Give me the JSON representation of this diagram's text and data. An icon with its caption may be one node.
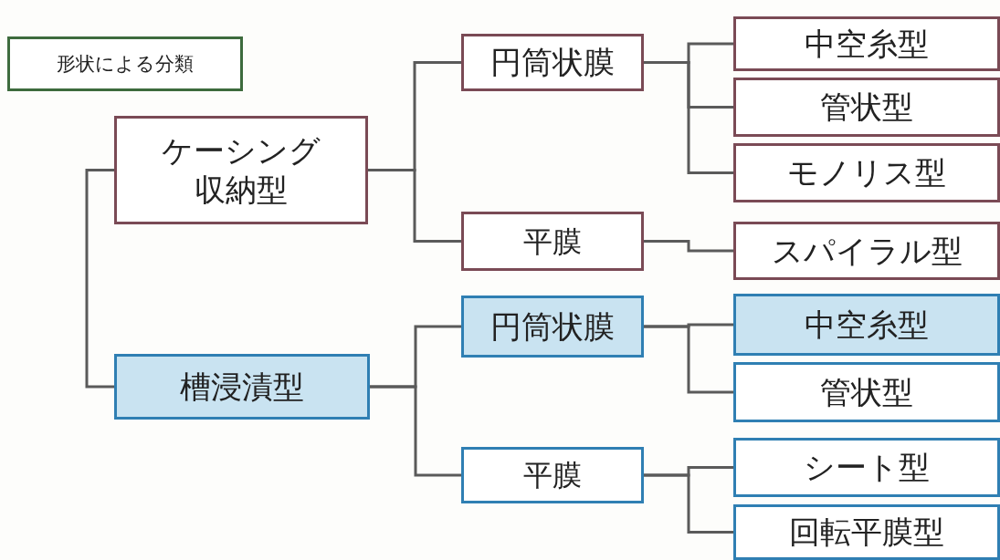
{
  "diagram": {
    "nodes": [
      {
        "text": [
          "形状による分類"
        ]
      },
      {
        "text": [
          "ケーシング収納型"
        ]
      },
      {
        "text": [
          "円筒状膜"
        ]
      },
      {
        "text": [
          "平膜"
        ]
      },
      {
        "text": [
          "中空糸型"
        ]
      },
      {
        "text": [
          "管状型"
        ]
      },
      {
        "text": [
          "モノリス型"
        ]
      },
      {
        "text": [
          "スパイラル型"
        ]
      },
      {
        "text": [
          "槽浸漬型"
        ]
      },
      {
        "text": [
          "円筒状膜"
        ]
      },
      {
        "text": [
          "平膜"
        ]
      },
      {
        "text": [
          "中空糸型"
        ]
      },
      {
        "text": [
          "管状型"
        ]
      },
      {
        "text": [
          "シート型"
        ]
      },
      {
        "text": [
          "回転平膜型"
        ]
      }
    ],
    "edges": [
      {
        "from": 1,
        "to": 8,
        "arrow": "none"
      },
      {
        "from": 1,
        "to": 2,
        "arrow": "none"
      },
      {
        "from": 1,
        "to": 3,
        "arrow": "none"
      },
      {
        "from": 2,
        "to": 4,
        "arrow": "none"
      },
      {
        "from": 2,
        "to": 5,
        "arrow": "none"
      },
      {
        "from": 2,
        "to": 6,
        "arrow": "none"
      },
      {
        "from": 3,
        "to": 7,
        "arrow": "none"
      },
      {
        "from": 8,
        "to": 9,
        "arrow": "none"
      },
      {
        "from": 8,
        "to": 10,
        "arrow": "none"
      },
      {
        "from": 9,
        "to": 11,
        "arrow": "none"
      },
      {
        "from": 9,
        "to": 12,
        "arrow": "none"
      },
      {
        "from": 10,
        "to": 13,
        "arrow": "none"
      },
      {
        "from": 10,
        "to": 14,
        "arrow": "none"
      }
    ]
  }
}
